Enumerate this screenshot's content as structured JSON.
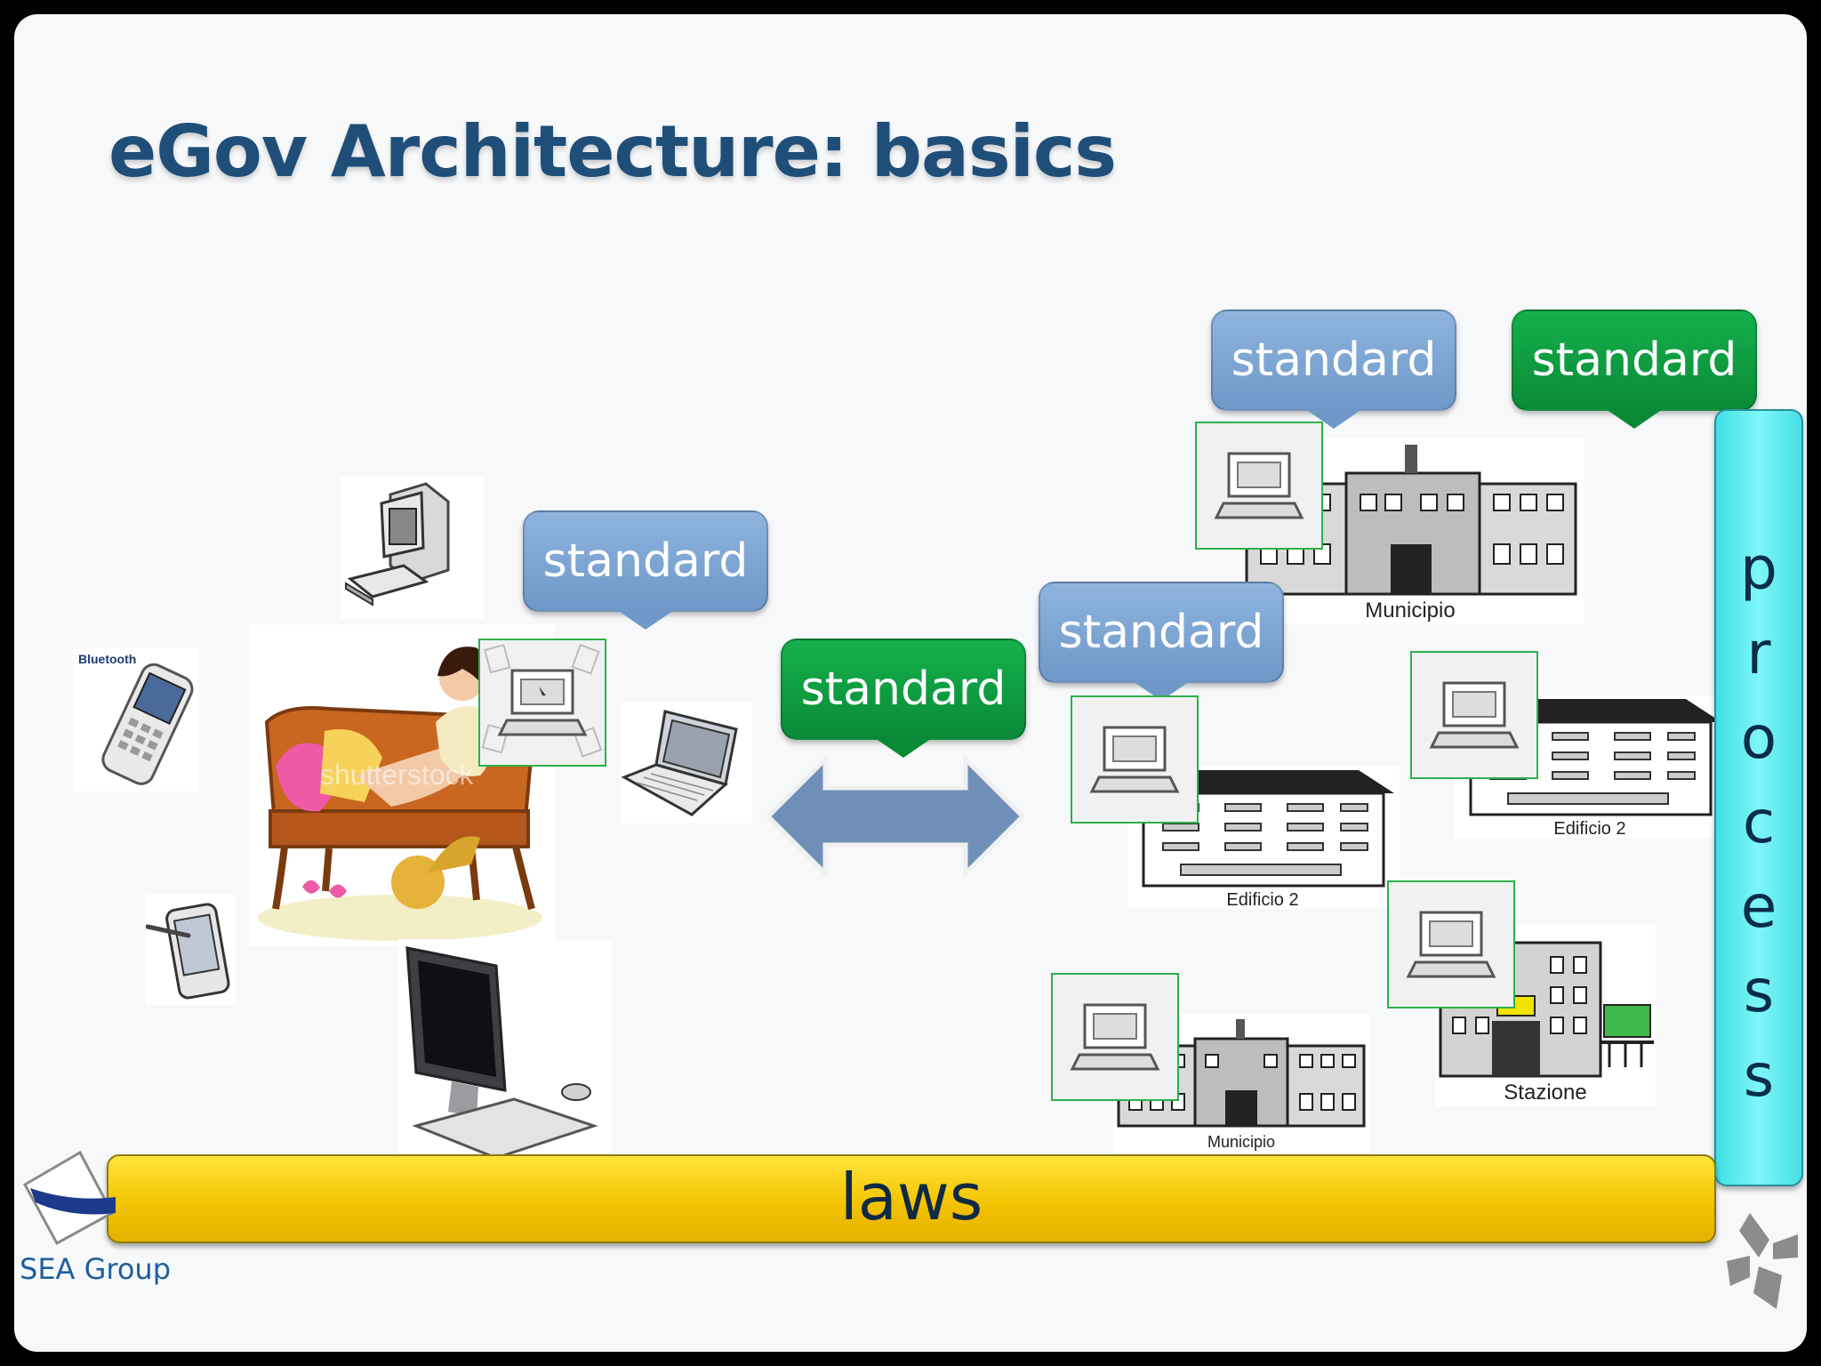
{
  "slide": {
    "title": "eGov Architecture: basics",
    "footer": "SEA Group"
  },
  "callouts": [
    {
      "label": "standard",
      "color": "#7ea6d6"
    },
    {
      "label": "standard",
      "color": "#7ea6d6"
    },
    {
      "label": "standard",
      "color": "#7ea6d6"
    },
    {
      "label": "standard",
      "color": "#0f9d45"
    },
    {
      "label": "standard",
      "color": "#0f9d45"
    }
  ],
  "bars": {
    "laws": "laws",
    "process_letters": [
      "p",
      "r",
      "o",
      "c",
      "e",
      "s",
      "s"
    ]
  },
  "buildings": {
    "municipio_top": "Municipio",
    "edificio_left": "Edificio 2",
    "edificio_right": "Edificio 2",
    "stazione": "Stazione",
    "municipio_bottom": "Municipio"
  },
  "decor": {
    "bluetooth_label": "Bluetooth",
    "watermark": "shutterstock"
  },
  "colors": {
    "title": "#1f4e79",
    "laws_bar": "#f5c800",
    "process_bar": "#5ee8ee",
    "arrow": "#6f8fb6"
  }
}
